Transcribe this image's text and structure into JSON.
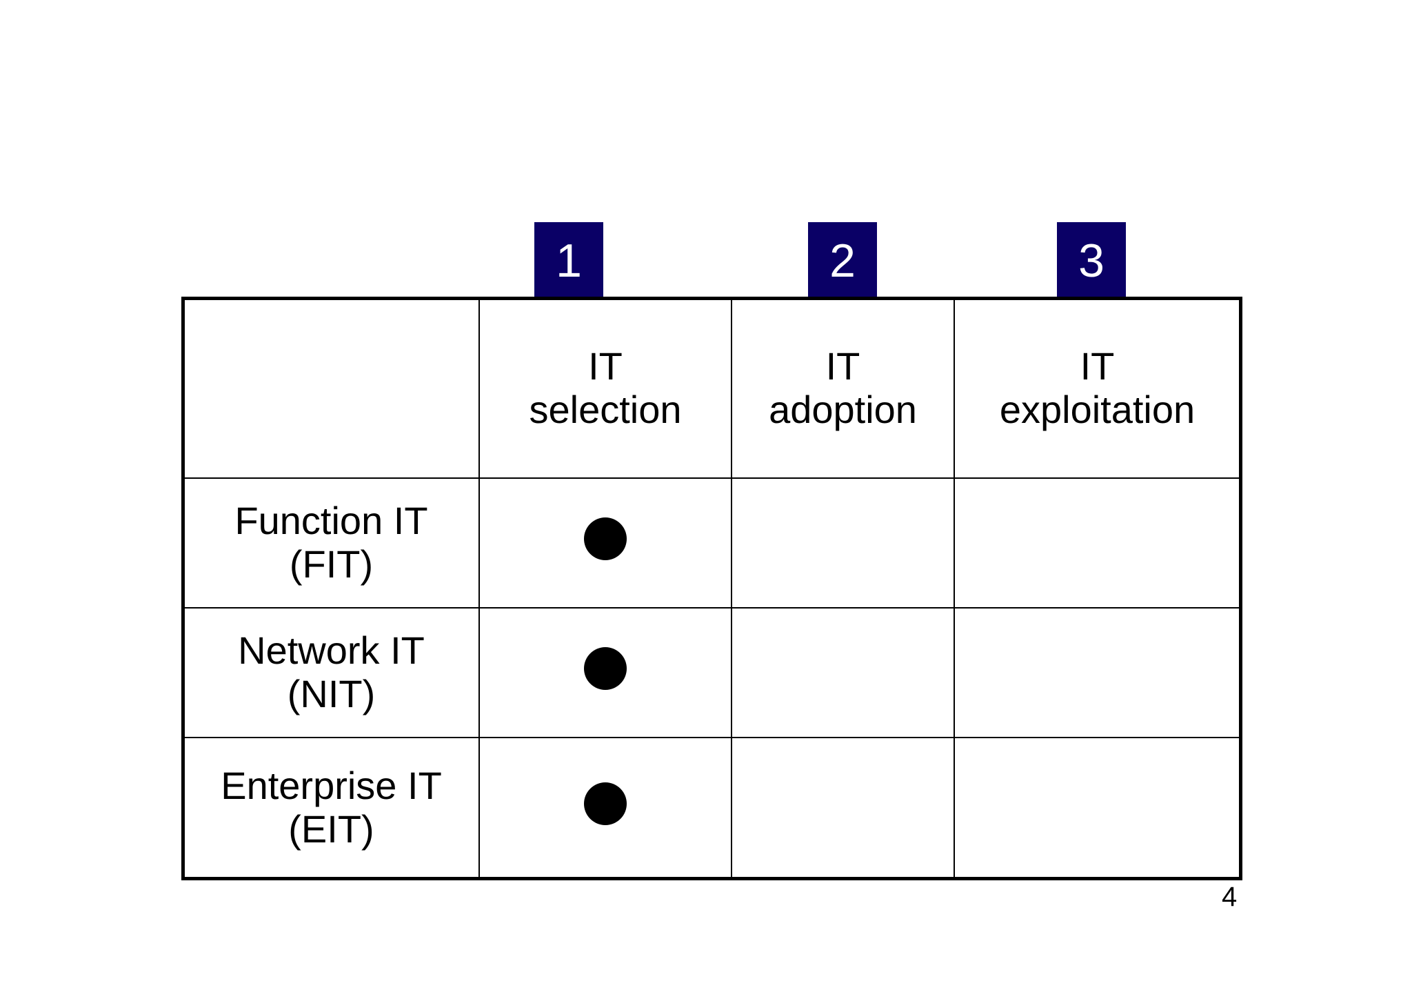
{
  "slide": {
    "page_number": "4",
    "background_color": "#ffffff",
    "badge_color": "#0A0066",
    "marker_color": "#000000"
  },
  "badges": [
    {
      "label": "1",
      "name": "step-badge-1"
    },
    {
      "label": "2",
      "name": "step-badge-2"
    },
    {
      "label": "3",
      "name": "step-badge-3"
    }
  ],
  "table": {
    "corner_label": "",
    "columns": [
      {
        "line1": "IT",
        "line2": "selection"
      },
      {
        "line1": "IT",
        "line2": "adoption"
      },
      {
        "line1": "IT",
        "line2": "exploitation"
      }
    ],
    "rows": [
      {
        "line1": "Function IT",
        "line2": "(FIT)",
        "marks": [
          true,
          false,
          false
        ]
      },
      {
        "line1": "Network IT",
        "line2": "(NIT)",
        "marks": [
          true,
          false,
          false
        ]
      },
      {
        "line1": "Enterprise IT",
        "line2": "(EIT)",
        "marks": [
          true,
          false,
          false
        ]
      }
    ]
  }
}
